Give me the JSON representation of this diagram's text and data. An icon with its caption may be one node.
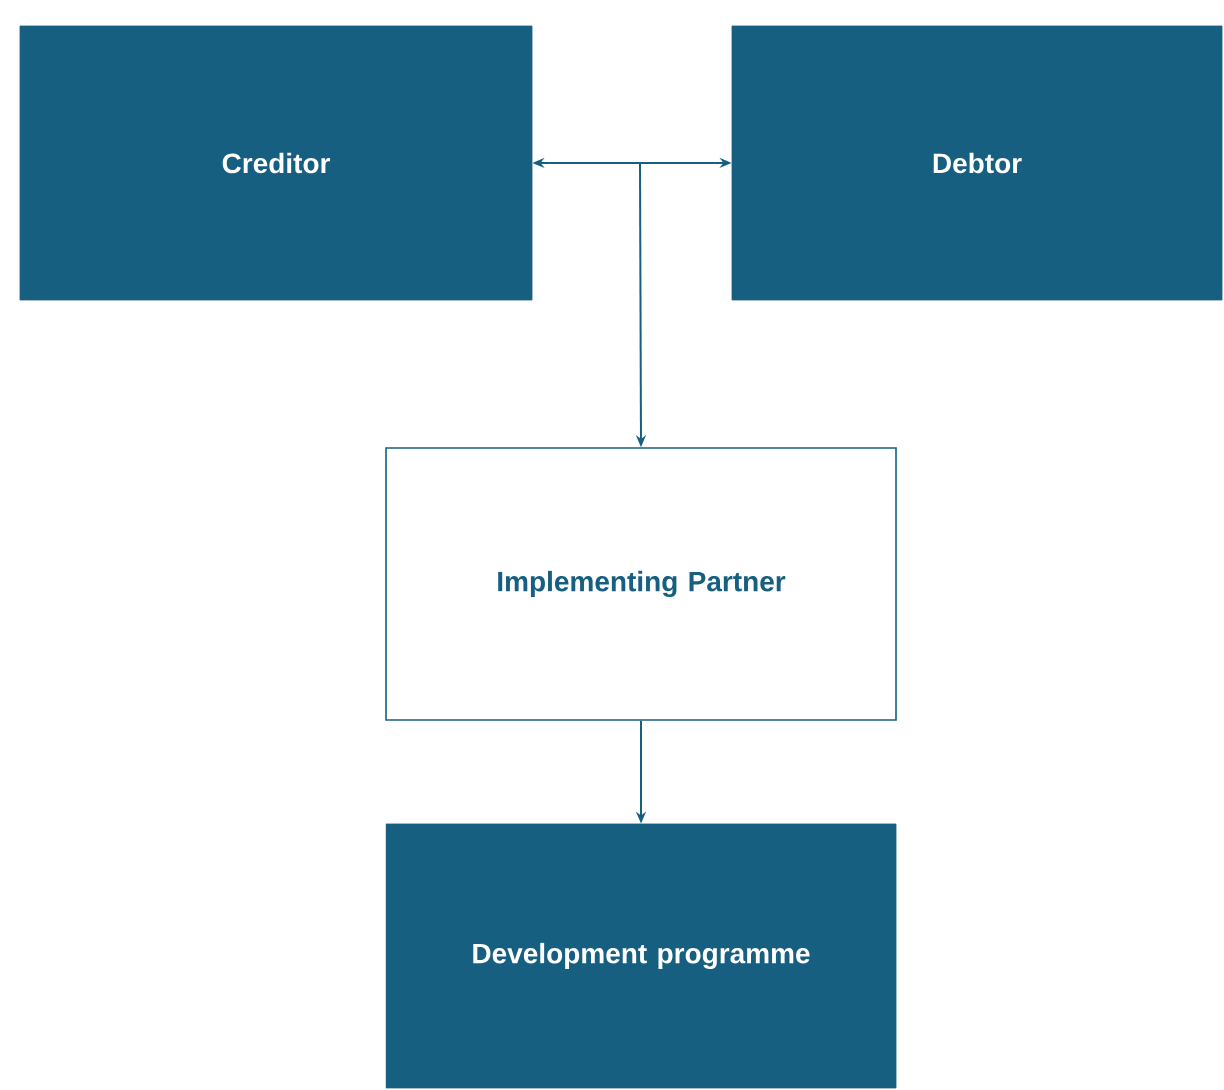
{
  "diagram": {
    "nodes": [
      {
        "text": [
          "Creditor"
        ]
      },
      {
        "text": [
          "Debtor"
        ]
      },
      {
        "text": [
          "Implementing Partner"
        ]
      },
      {
        "text": [
          "Development programme"
        ]
      }
    ],
    "edges": [
      {
        "from": 0,
        "to": 1,
        "arrow": "both"
      },
      {
        "from": null,
        "to": 2,
        "arrow": "to"
      },
      {
        "from": 2,
        "to": 3,
        "arrow": "to"
      }
    ]
  }
}
